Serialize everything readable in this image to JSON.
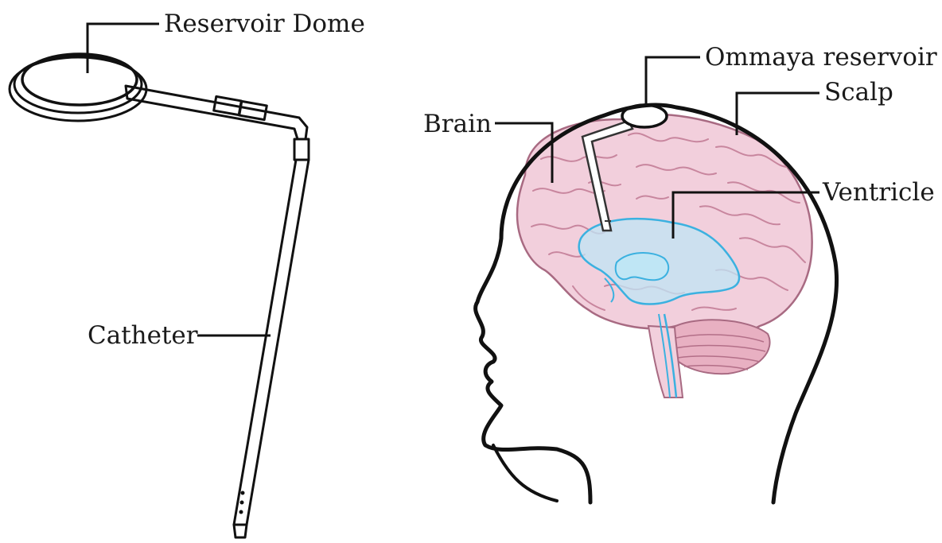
{
  "labels": {
    "reservoir_dome": "Reservoir Dome",
    "catheter": "Catheter",
    "ommaya_reservoir": "Ommaya reservoir",
    "scalp": "Scalp",
    "brain": "Brain",
    "ventricle": "Ventricle"
  },
  "colors": {
    "ink": "#111111",
    "brain_fill": "#f2cfdc",
    "brain_fold": "#c8869e",
    "cerebellum": "#e8b0c2",
    "ventricle_fill": "#bfe6f5",
    "ventricle_stroke": "#3bb1e0"
  }
}
